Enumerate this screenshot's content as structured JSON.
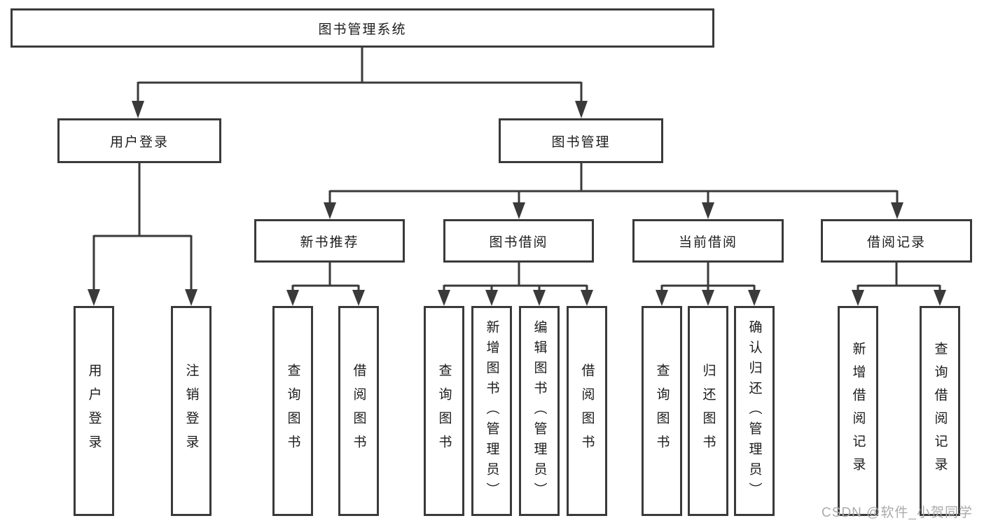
{
  "diagram_title": "图书管理系统",
  "tree": {
    "label": "图书管理系统",
    "children": [
      {
        "label": "用户登录",
        "children": [
          {
            "label": "用户登录"
          },
          {
            "label": "注销登录"
          }
        ]
      },
      {
        "label": "图书管理",
        "children": [
          {
            "label": "新书推荐",
            "children": [
              {
                "label": "查询图书"
              },
              {
                "label": "借阅图书"
              }
            ]
          },
          {
            "label": "图书借阅",
            "children": [
              {
                "label": "查询图书"
              },
              {
                "label": "新增图书（管理员）"
              },
              {
                "label": "编辑图书（管理员）"
              },
              {
                "label": "借阅图书"
              }
            ]
          },
          {
            "label": "当前借阅",
            "children": [
              {
                "label": "查询图书"
              },
              {
                "label": "归还图书"
              },
              {
                "label": "确认归还（管理员）"
              }
            ]
          },
          {
            "label": "借阅记录",
            "children": [
              {
                "label": "新增借阅记录"
              },
              {
                "label": "查询借阅记录"
              }
            ]
          }
        ]
      }
    ]
  },
  "watermark": {
    "text": "CSDN @软件_小贺同学"
  },
  "colors": {
    "line": "#3a3a3a",
    "text": "#1c1c1c",
    "watermark": "#ababab",
    "background": "#ffffff"
  }
}
